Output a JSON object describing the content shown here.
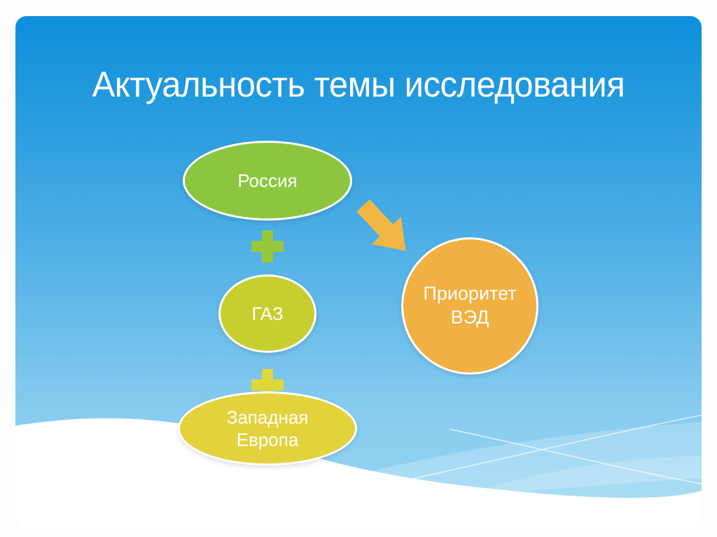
{
  "slide": {
    "title": "Актуальность темы исследования",
    "background": {
      "top_color": "#0d8fdb",
      "bottom_color": "#9ad7f4",
      "wave_color": "#ffffff",
      "wave_line_color": "rgba(255,255,255,0.75)",
      "wave_band_color": "rgba(255,255,255,0.22)"
    },
    "diagram": {
      "nodes": [
        {
          "id": "russia",
          "label": "Россия",
          "shape": "ellipse",
          "color": "#8cc63f"
        },
        {
          "id": "gas",
          "label": "ГАЗ",
          "shape": "ellipse",
          "color": "#c6cf2f"
        },
        {
          "id": "western-europe",
          "lines": [
            "Западная",
            "Европа"
          ],
          "shape": "ellipse",
          "color": "#e3d23c"
        },
        {
          "id": "priority-ved",
          "lines": [
            "Приоритет",
            "ВЭД"
          ],
          "shape": "circle",
          "color": "#f1b042"
        }
      ],
      "plus_operators": [
        {
          "position": "between-russia-and-gas",
          "color": "#97c83c"
        },
        {
          "position": "between-gas-and-western-europe",
          "color": "#e0d83b"
        }
      ],
      "arrow": {
        "direction": "down-right",
        "color": "#f2b743"
      }
    }
  }
}
